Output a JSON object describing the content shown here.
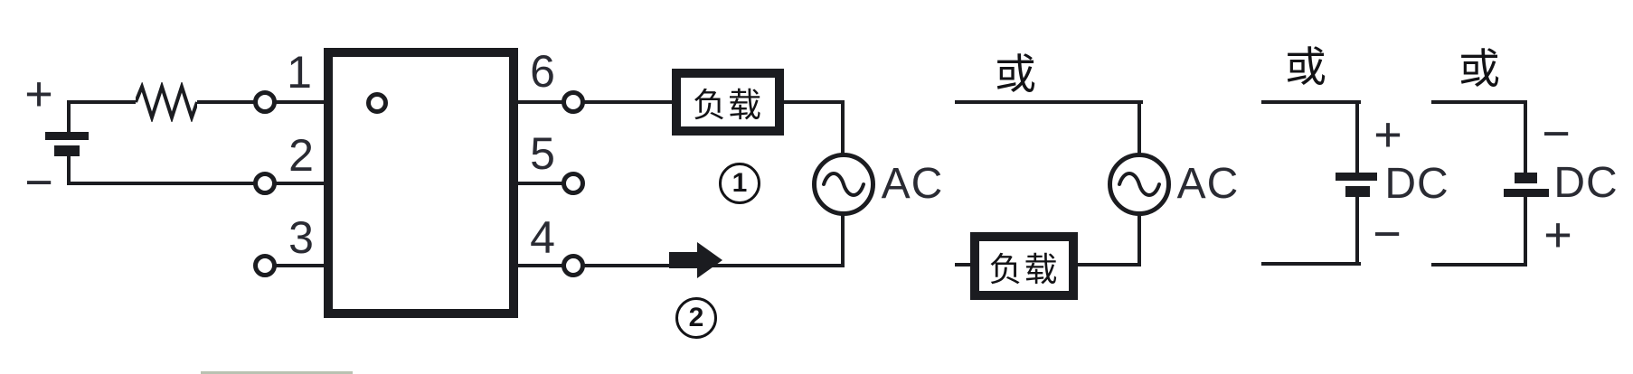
{
  "colors": {
    "ink": "#1b1c20",
    "label_text": "#2a2b33",
    "cjk_text": "#131316",
    "table_edge_fragment": "#b9c2b2"
  },
  "main_circuit": {
    "dc_input": {
      "plus": "+",
      "minus": "−"
    },
    "left_pins": [
      "1",
      "2",
      "3"
    ],
    "right_pins": [
      "6",
      "5",
      "4"
    ],
    "load_label": "负载",
    "ac_label": "AC",
    "callouts": [
      "1",
      "2"
    ]
  },
  "alt_ac_circuit": {
    "or_label": "或",
    "ac_label": "AC",
    "load_label": "负载"
  },
  "alt_dc_circuit_1": {
    "or_label": "或",
    "plus": "+",
    "dc_label": "DC",
    "minus": "−"
  },
  "alt_dc_circuit_2": {
    "or_label": "或",
    "minus": "−",
    "dc_label": "DC",
    "plus": "+"
  }
}
